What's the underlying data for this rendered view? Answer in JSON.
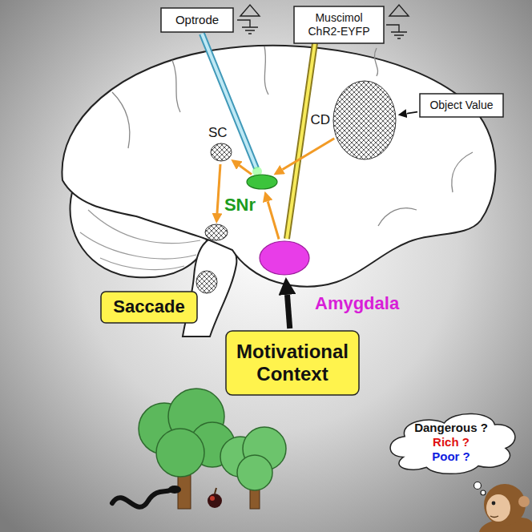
{
  "diagram": {
    "nodes": [
      {
        "text": [
          "Optrode"
        ]
      },
      {
        "text": [
          "Muscimol ChR2-EYFP"
        ]
      },
      {
        "text": [
          "Object Value"
        ]
      },
      {
        "text": [
          "CD"
        ]
      },
      {
        "text": [
          "SC"
        ]
      },
      {
        "text": [
          "SNr"
        ]
      },
      {
        "text": [
          "Amygdala"
        ]
      },
      {
        "text": [
          "Saccade"
        ]
      },
      {
        "text": [
          "Motivational Context"
        ]
      },
      {
        "text": [
          "Dangerous ?",
          "Rich ?",
          "Poor ?"
        ]
      }
    ],
    "edges": [
      {
        "from": 2,
        "to": 3,
        "arrow": "to"
      },
      {
        "from": 3,
        "to": 5,
        "arrow": "to"
      },
      {
        "from": 6,
        "to": 5,
        "arrow": "to"
      },
      {
        "from": 5,
        "to": 4,
        "arrow": "to"
      },
      {
        "from": 8,
        "to": 6,
        "arrow": "to"
      }
    ]
  }
}
